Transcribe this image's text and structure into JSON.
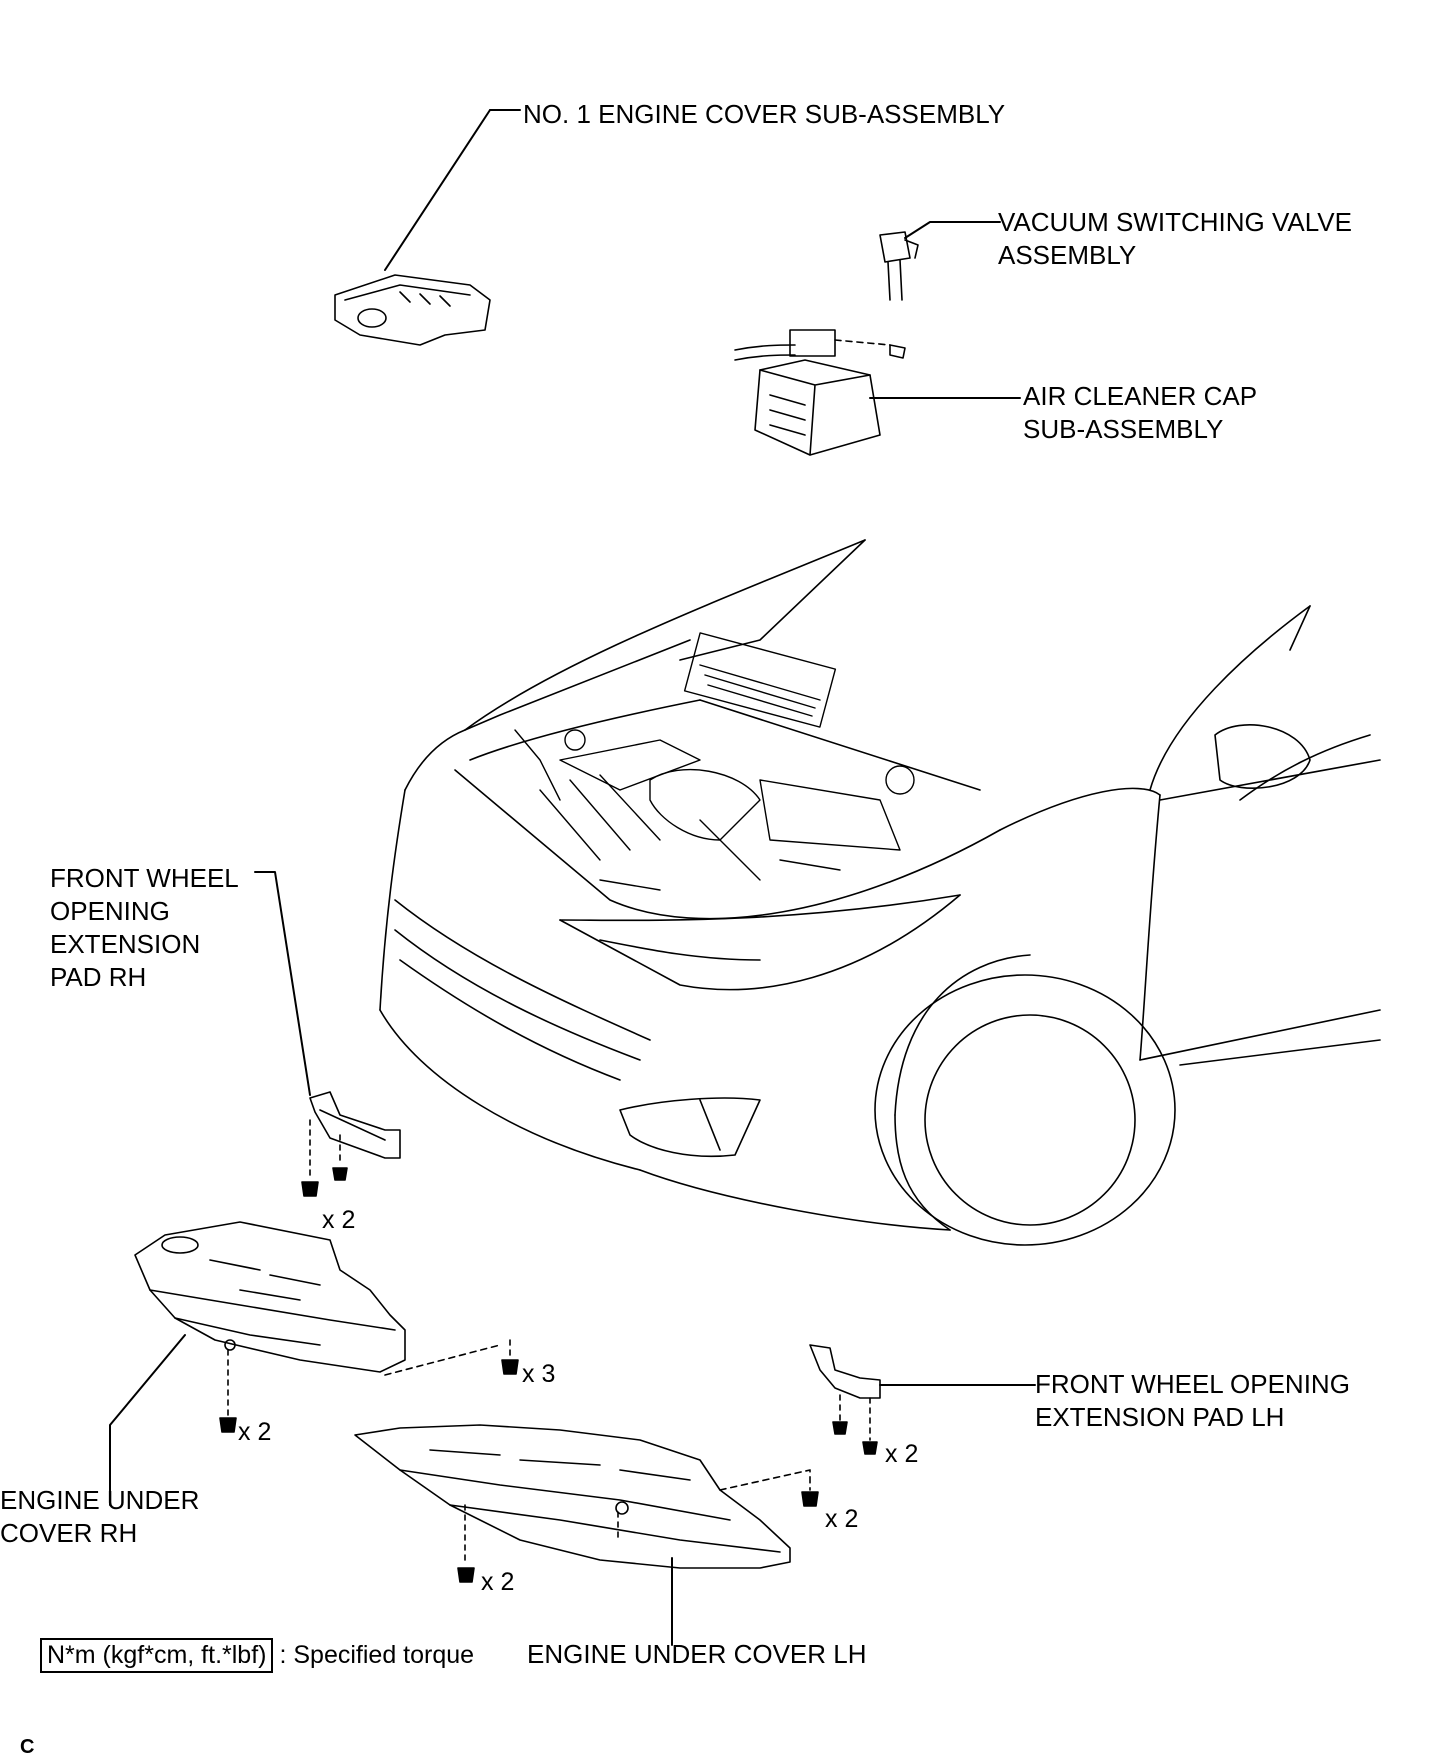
{
  "labels": {
    "engine_cover": "NO. 1 ENGINE COVER SUB-ASSEMBLY",
    "vsv_line1": "VACUUM SWITCHING VALVE",
    "vsv_line2": "ASSEMBLY",
    "air_cleaner_line1": "AIR CLEANER CAP",
    "air_cleaner_line2": "SUB-ASSEMBLY",
    "pad_rh_line1": "FRONT WHEEL",
    "pad_rh_line2": "OPENING",
    "pad_rh_line3": "EXTENSION",
    "pad_rh_line4": "PAD RH",
    "pad_lh_line1": "FRONT WHEEL OPENING",
    "pad_lh_line2": "EXTENSION PAD LH",
    "under_rh_line1": "ENGINE UNDER",
    "under_rh_line2": "COVER RH",
    "under_lh": "ENGINE UNDER COVER LH"
  },
  "quantities": {
    "pad_rh_bolts": "x 2",
    "under_rh_bolts": "x 2",
    "center_bolts": "x 3",
    "pad_lh_bolts": "x 2",
    "under_lh_right_bolts": "x 2",
    "under_lh_left_bolts": "x 2"
  },
  "legend": {
    "unit_box": "N*m (kgf*cm, ft.*lbf)",
    "text": ": Specified torque"
  },
  "figure_code": "C"
}
